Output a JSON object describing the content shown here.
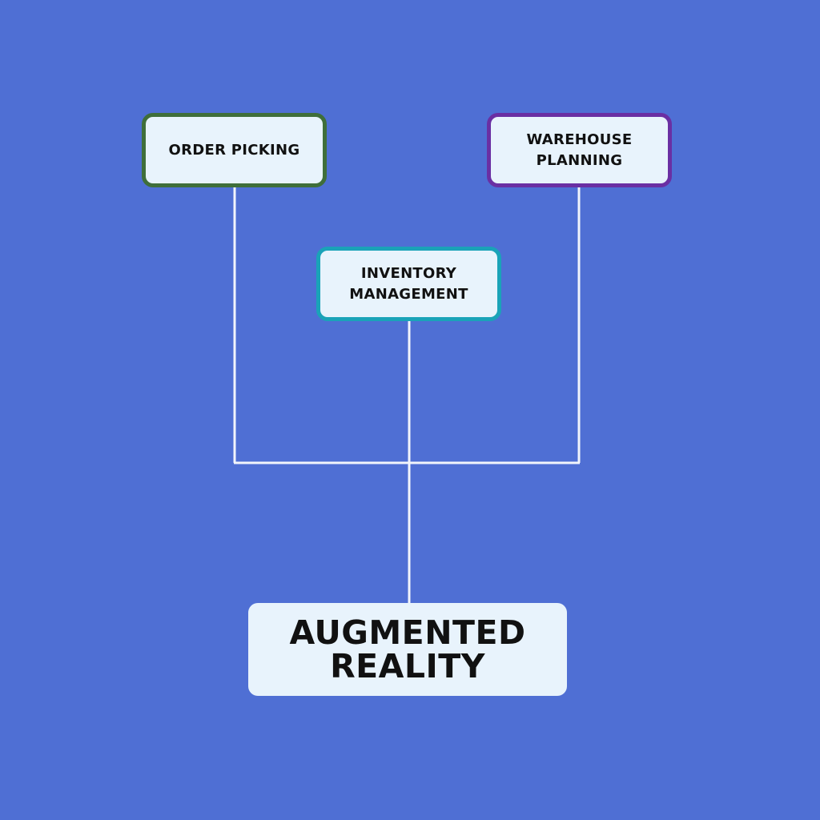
{
  "diagram": {
    "colors": {
      "background": "#4f6fd4",
      "connector": "#f2f4fb",
      "node_fill": "#e8f3fc",
      "text": "#111111"
    },
    "nodes": {
      "order_picking": {
        "label": "ORDER PICKING",
        "border_color": "#3f6e3a"
      },
      "inventory_management": {
        "label": "INVENTORY\nMANAGEMENT",
        "border_color": "#1aa3b8"
      },
      "warehouse_planning": {
        "label": "WAREHOUSE\nPLANNING",
        "border_color": "#6a2fa3"
      },
      "augmented_reality": {
        "label": "AUGMENTED\nREALITY"
      }
    },
    "edges": [
      {
        "from": "order_picking",
        "to": "augmented_reality"
      },
      {
        "from": "inventory_management",
        "to": "augmented_reality"
      },
      {
        "from": "warehouse_planning",
        "to": "augmented_reality"
      }
    ]
  }
}
